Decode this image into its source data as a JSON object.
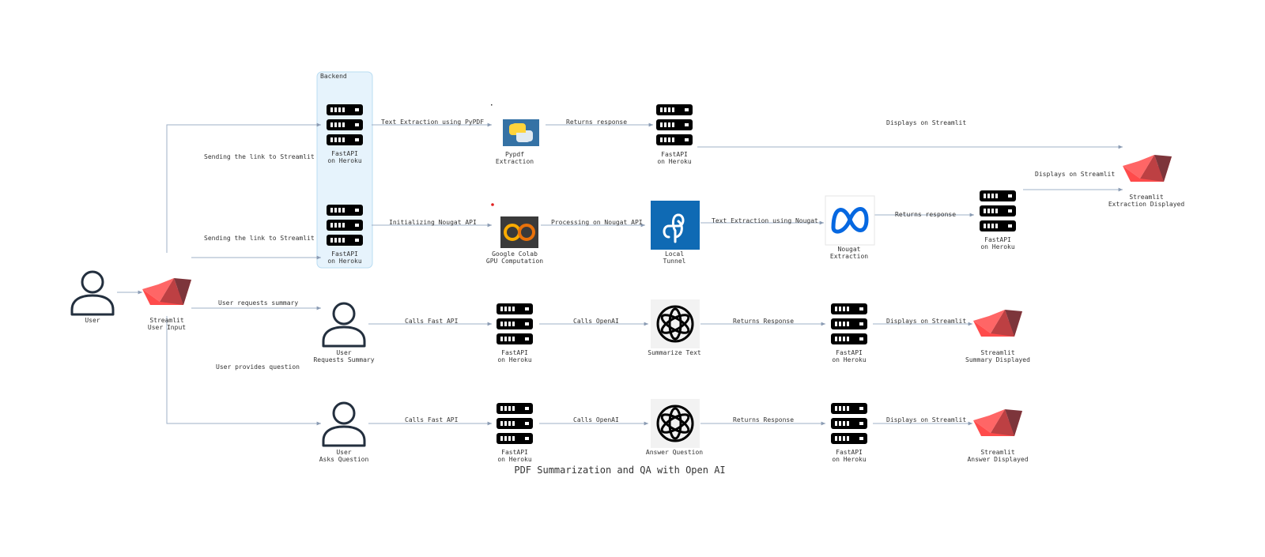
{
  "diagram_title": "PDF Summarization and QA with Open AI",
  "group": {
    "label": "Backend",
    "fill": "#e6f3fc",
    "stroke": "#b9dcf2"
  },
  "nodes": {
    "user": {
      "label": "User",
      "icon": "user-icon"
    },
    "streamlit_input": {
      "line1": "Streamlit",
      "line2": "User Input",
      "icon": "streamlit-boat-icon"
    },
    "fastapi_1": {
      "line1": "FastAPI",
      "line2": "on Heroku",
      "icon": "server-icon"
    },
    "fastapi_2": {
      "line1": "FastAPI",
      "line2": "on Heroku",
      "icon": "server-icon"
    },
    "pypdf": {
      "line1": "Pypdf",
      "line2": "Extraction",
      "icon": "python-icon"
    },
    "fastapi_3": {
      "line1": "FastAPI",
      "line2": "on Heroku",
      "icon": "server-icon"
    },
    "streamlit_extraction": {
      "line1": "Streamlit",
      "line2": "Extraction Displayed",
      "icon": "streamlit-boat-icon"
    },
    "colab": {
      "line1": "Google Colab",
      "line2": "GPU Computation",
      "icon": "colab-icon"
    },
    "tunnel": {
      "line1": "Local",
      "line2": "Tunnel",
      "icon": "local-tunnel-icon"
    },
    "nougat": {
      "line1": "Nougat",
      "line2": "Extraction",
      "icon": "meta-icon"
    },
    "fastapi_4": {
      "line1": "FastAPI",
      "line2": "on Heroku",
      "icon": "server-icon"
    },
    "user_summary": {
      "line1": "User",
      "line2": "Requests Summary",
      "icon": "user-icon"
    },
    "fastapi_5": {
      "line1": "FastAPI",
      "line2": "on Heroku",
      "icon": "server-icon"
    },
    "summarize": {
      "label": "Summarize Text",
      "icon": "openai-icon"
    },
    "fastapi_6": {
      "line1": "FastAPI",
      "line2": "on Heroku",
      "icon": "server-icon"
    },
    "streamlit_summary": {
      "line1": "Streamlit",
      "line2": "Summary Displayed",
      "icon": "streamlit-boat-icon"
    },
    "user_question": {
      "line1": "User",
      "line2": "Asks Question",
      "icon": "user-icon"
    },
    "fastapi_7": {
      "line1": "FastAPI",
      "line2": "on Heroku",
      "icon": "server-icon"
    },
    "answer": {
      "label": "Answer Question",
      "icon": "openai-icon"
    },
    "fastapi_8": {
      "line1": "FastAPI",
      "line2": "on Heroku",
      "icon": "server-icon"
    },
    "streamlit_answer": {
      "line1": "Streamlit",
      "line2": "Answer Displayed",
      "icon": "streamlit-boat-icon"
    }
  },
  "edges": {
    "send_link_1": "Sending the link to Streamlit",
    "send_link_2": "Sending the link to Streamlit",
    "pypdf_extract": "Text Extraction using PyPDF",
    "returns_response_1": "Returns response",
    "displays_1": "Displays on Streamlit",
    "displays_2": "Displays on Streamlit",
    "init_nougat": "Initializing Nougat API",
    "processing_nougat": "Processing on Nougat API",
    "nougat_extract": "Text Extraction using Nougat",
    "returns_response_2": "Returns response",
    "user_requests_summary": "User requests summary",
    "user_provides_question": "User provides question",
    "calls_fastapi_1": "Calls Fast API",
    "calls_openai_1": "Calls OpenAI",
    "returns_response_3": "Returns Response",
    "displays_3": "Displays on Streamlit",
    "calls_fastapi_2": "Calls Fast API",
    "calls_openai_2": "Calls OpenAI",
    "returns_response_4": "Returns Response",
    "displays_4": "Displays on Streamlit"
  },
  "colors": {
    "edge": "#9fb0c7",
    "server": "#000000",
    "user_outline": "#232f3e",
    "streamlit_red": "#ff4b4b",
    "python_blue": "#3572a5",
    "python_yellow": "#ffd43b",
    "colab_orange": "#f9ab00",
    "tunnel_blue": "#0f6ab4",
    "meta_blue": "#0668e1"
  }
}
